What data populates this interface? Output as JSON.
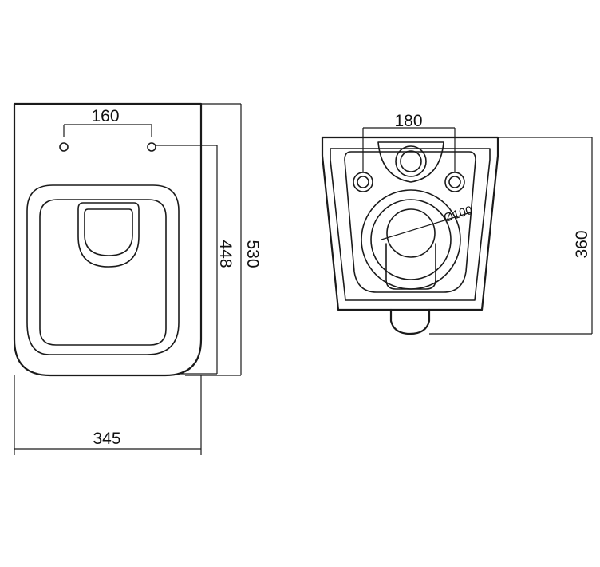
{
  "top_view": {
    "dims": {
      "hole_spacing": "160",
      "hole_depth": "448",
      "total_length": "530",
      "width": "345"
    }
  },
  "front_view": {
    "dims": {
      "hole_spacing": "180",
      "height": "360",
      "outlet_diameter": "Ø100"
    }
  }
}
